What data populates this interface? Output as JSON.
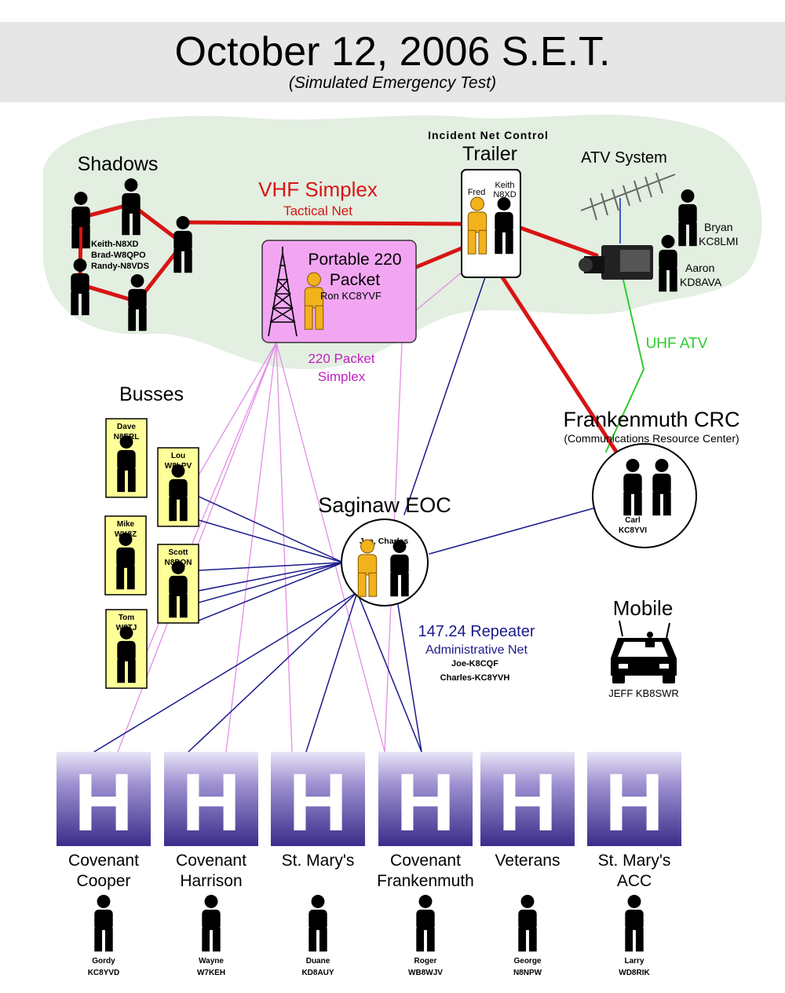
{
  "header": {
    "title": "October 12, 2006 S.E.T.",
    "subtitle": "(Simulated Emergency Test)"
  },
  "shadows": {
    "label": "Shadows",
    "operators": [
      "Keith-N8XD",
      "Brad-W8QPO",
      "Randy-N8VDS"
    ]
  },
  "vhf": {
    "title": "VHF Simplex",
    "subtitle": "Tactical Net"
  },
  "trailer": {
    "heading": "Incident Net Control",
    "label": "Trailer",
    "operator1": "Fred",
    "operator2_line1": "Keith",
    "operator2_line2": "N8XD"
  },
  "atv": {
    "label": "ATV System",
    "op1_name": "Bryan",
    "op1_call": "KC8LMI",
    "op2_name": "Aaron",
    "op2_call": "KD8AVA",
    "link_label": "UHF ATV"
  },
  "packet": {
    "title_line1": "Portable 220",
    "title_line2": "Packet",
    "operator": "Ron KC8YVF",
    "link_line1": "220 Packet",
    "link_line2": "Simplex"
  },
  "busses": {
    "label": "Busses",
    "items": [
      {
        "name": "Dave",
        "call": "N8ERL"
      },
      {
        "name": "Lou",
        "call": "W8LPV"
      },
      {
        "name": "Mike",
        "call": "WK8Z"
      },
      {
        "name": "Scott",
        "call": "N8RQN"
      },
      {
        "name": "Tom",
        "call": "W8TJ"
      }
    ]
  },
  "eoc": {
    "label": "Saginaw EOC",
    "operators": "Joe, Charles"
  },
  "crc": {
    "label": "Frankenmuth CRC",
    "sublabel": "(Communications Resource Center)",
    "op_name": "Carl",
    "op_call": "KC8YVI"
  },
  "repeater": {
    "title": "147.24 Repeater",
    "subtitle": "Administrative Net",
    "op1": "Joe-K8CQF",
    "op2": "Charles-KC8YVH"
  },
  "mobile": {
    "label": "Mobile",
    "operator": "JEFF KB8SWR"
  },
  "hospitals": [
    {
      "icon": "H",
      "name_line1": "Covenant",
      "name_line2": "Cooper",
      "op_name": "Gordy",
      "op_call": "KC8YVD"
    },
    {
      "icon": "H",
      "name_line1": "Covenant",
      "name_line2": "Harrison",
      "op_name": "Wayne",
      "op_call": "W7KEH"
    },
    {
      "icon": "H",
      "name_line1": "St. Mary's",
      "name_line2": "",
      "op_name": "Duane",
      "op_call": "KD8AUY"
    },
    {
      "icon": "H",
      "name_line1": "Covenant",
      "name_line2": "Frankenmuth",
      "op_name": "Roger",
      "op_call": "WB8WJV"
    },
    {
      "icon": "H",
      "name_line1": "Veterans",
      "name_line2": "",
      "op_name": "George",
      "op_call": "N8NPW"
    },
    {
      "icon": "H",
      "name_line1": "St. Mary's",
      "name_line2": "ACC",
      "op_name": "Larry",
      "op_call": "WD8RIK"
    }
  ],
  "colors": {
    "vhf_link": "#d81414",
    "admin_link": "#1a1a8c",
    "packet_link": "#e38ee6",
    "atv_link": "#2ecc2e",
    "field_area": "#e3efe1",
    "packet_box": "#f2a6f2",
    "bus_box": "#ffff99",
    "person_highlight": "#f2b21c",
    "hospital_dark": "#3a2d8a",
    "hospital_light": "#ece8f8"
  }
}
